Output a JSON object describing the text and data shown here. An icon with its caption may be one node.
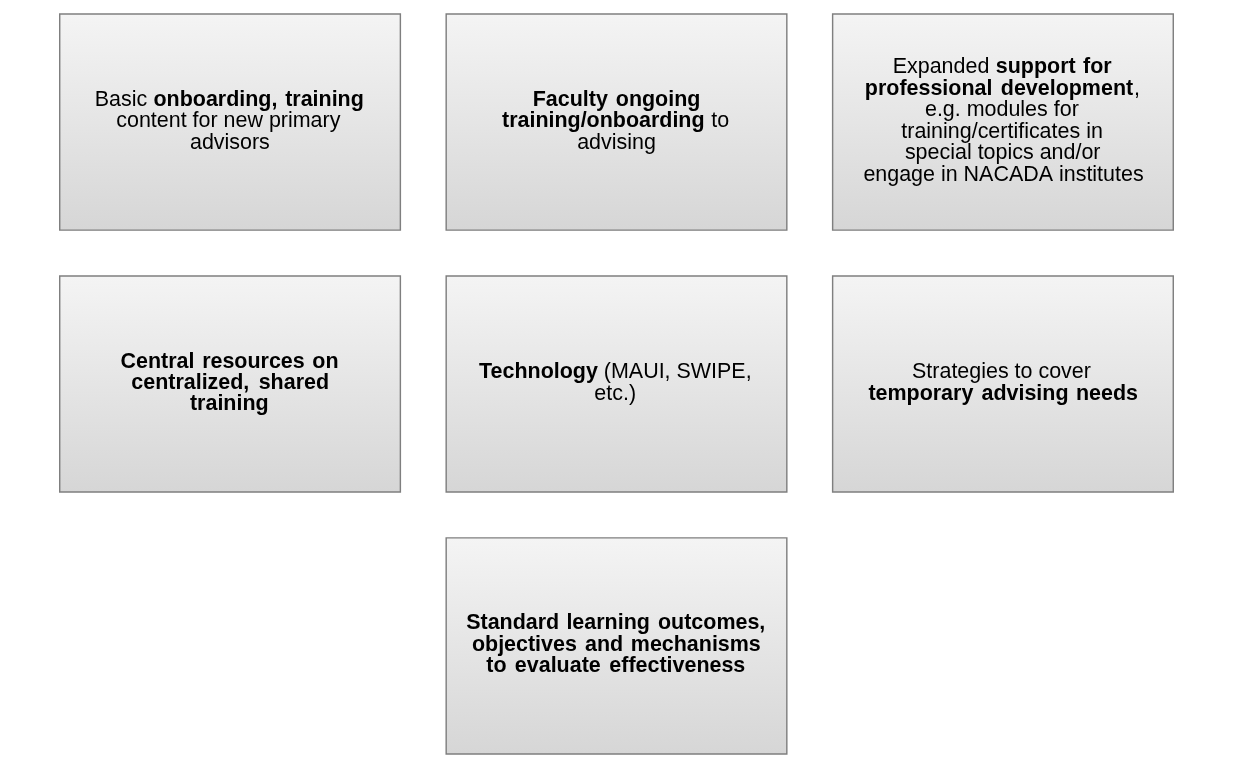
{
  "diagram": {
    "nodes": [
      {
        "text": [
          "Basic **onboarding, training** content for new primary advisors"
        ]
      },
      {
        "text": [
          "**Faculty ongoing training/onboarding** to advising"
        ]
      },
      {
        "text": [
          "Expanded **support for professional development**, e.g. modules for training/certificates in special topics and/or engage in NACADA institutes"
        ]
      },
      {
        "text": [
          "**Central resources on centralized, shared training**"
        ]
      },
      {
        "text": [
          "**Technology** (MAUI, SWIPE, etc.)"
        ]
      },
      {
        "text": [
          "Strategies to cover **temporary advising needs**"
        ]
      },
      {
        "text": [
          "**Standard learning outcomes, objectives and mechanisms to evaluate effectiveness**"
        ]
      }
    ],
    "edges": []
  }
}
